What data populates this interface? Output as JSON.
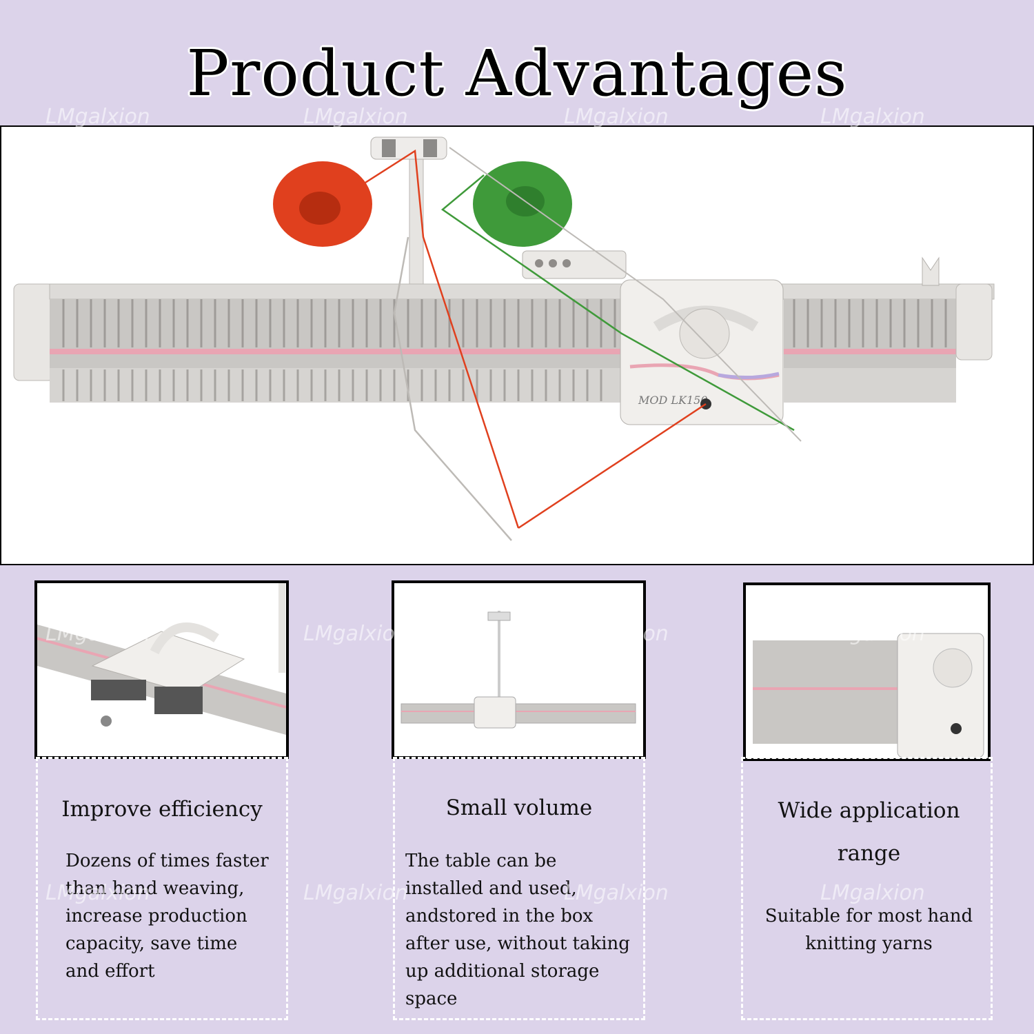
{
  "title": "Product Advantages",
  "watermark": "LMgalxion",
  "hero_image": {
    "model_label": "MOD LK150"
  },
  "colors": {
    "background": "#dcd3ea",
    "yarn_red": "#e0401e",
    "yarn_green": "#3f9a3a",
    "needle_bed": "#c9c7c4",
    "pink_stripe": "#e9a5b3"
  },
  "features": [
    {
      "title": "Improve efficiency",
      "description": "Dozens of times faster than hand weaving, increase production capacity, save time and effort"
    },
    {
      "title": "Small volume",
      "description": "The table can be installed and used, andstored in the box after use, without taking up additional storage space"
    },
    {
      "title": "Wide application range",
      "description": "Suitable for most hand knitting yarns"
    }
  ]
}
